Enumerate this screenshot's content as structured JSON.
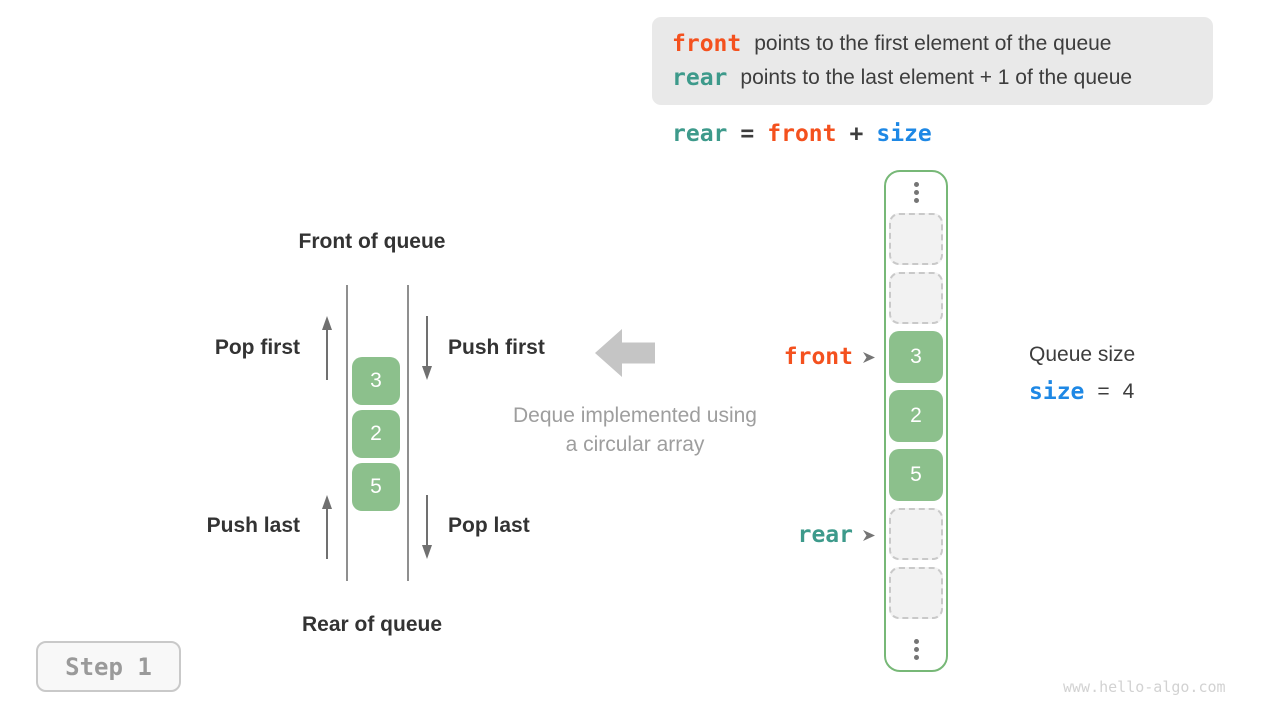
{
  "colors": {
    "orange": "#F4511E",
    "teal": "#3D9A8B",
    "blue": "#1E88E5",
    "green_fill": "#8CC08C",
    "green_border": "#77B877",
    "gray_caption": "#9E9E9E",
    "dark_text": "#3D3D3D"
  },
  "legend": {
    "lines": [
      {
        "keyword": "front",
        "text": "points to the first element of the queue"
      },
      {
        "keyword": "rear",
        "text": "points to the last element + 1 of the queue"
      }
    ]
  },
  "formula": {
    "lhs": "rear",
    "equals": "=",
    "operand1": "front",
    "plus": "+",
    "operand2": "size"
  },
  "deque": {
    "front_label": "Front of queue",
    "rear_label": "Rear of queue",
    "pop_first": "Pop first",
    "push_first": "Push first",
    "push_last": "Push last",
    "pop_last": "Pop last",
    "values": [
      "3",
      "2",
      "5"
    ]
  },
  "caption": {
    "line1": "Deque implemented using",
    "line2": "a circular array"
  },
  "array": {
    "cells": [
      {
        "type": "ellipsis"
      },
      {
        "type": "empty"
      },
      {
        "type": "empty"
      },
      {
        "type": "filled",
        "value": "3"
      },
      {
        "type": "filled",
        "value": "2"
      },
      {
        "type": "filled",
        "value": "5"
      },
      {
        "type": "empty"
      },
      {
        "type": "empty"
      },
      {
        "type": "ellipsis"
      }
    ],
    "front_pointer_label": "front",
    "rear_pointer_label": "rear"
  },
  "queue_size": {
    "title": "Queue size",
    "variable": "size",
    "equals": "=",
    "value": "4"
  },
  "step_badge": {
    "label": "Step 1"
  },
  "watermark": "www.hello-algo.com"
}
